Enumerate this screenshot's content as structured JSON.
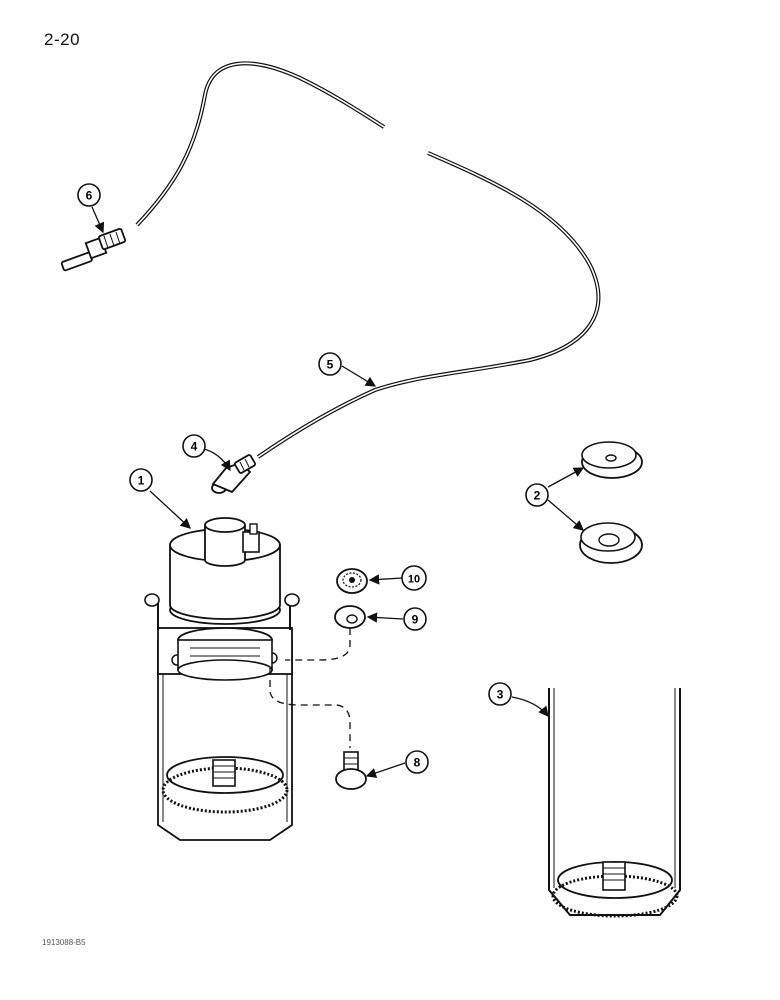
{
  "header": {
    "page_number": "2-20"
  },
  "footer": {
    "figure_code": "1913088-B5"
  },
  "callouts": [
    {
      "id": "1",
      "label": "1"
    },
    {
      "id": "2",
      "label": "2"
    },
    {
      "id": "3",
      "label": "3"
    },
    {
      "id": "4",
      "label": "4"
    },
    {
      "id": "5",
      "label": "5"
    },
    {
      "id": "6",
      "label": "6"
    },
    {
      "id": "8",
      "label": "8"
    },
    {
      "id": "9",
      "label": "9"
    },
    {
      "id": "10",
      "label": "10"
    }
  ]
}
